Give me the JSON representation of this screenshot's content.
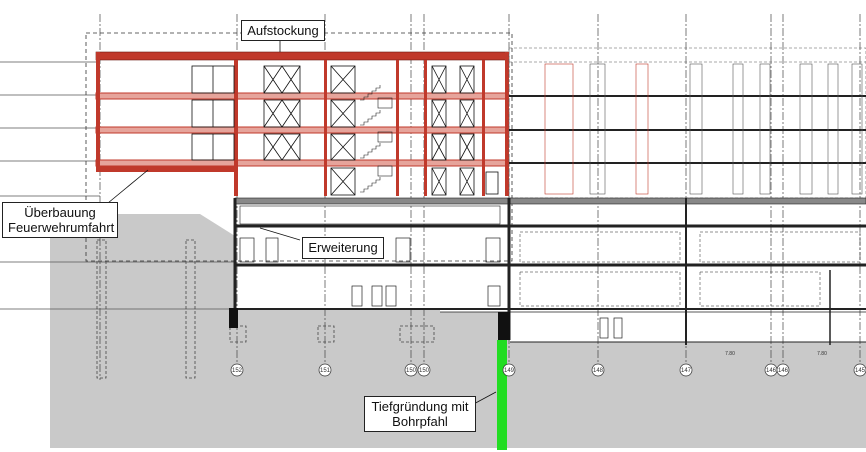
{
  "labels": {
    "aufstockung": "Aufstockung",
    "ueberbauung_line1": "Überbauung",
    "ueberbauung_line2": "Feuerwehrumfahrt",
    "erweiterung": "Erweiterung",
    "tiefgruendung_line1": "Tiefgründung mit",
    "tiefgruendung_line2": "Bohrpfahl"
  },
  "axis_numbers": [
    "152",
    "151",
    "150",
    "150",
    "149",
    "148",
    "147",
    "146",
    "146",
    "145"
  ],
  "dimensions": [
    "7.80",
    "7.80"
  ],
  "colors": {
    "new_structure": "#c0392b",
    "ground": "#c9c9c9",
    "pile": "#22dd22",
    "existing": "#222222"
  }
}
